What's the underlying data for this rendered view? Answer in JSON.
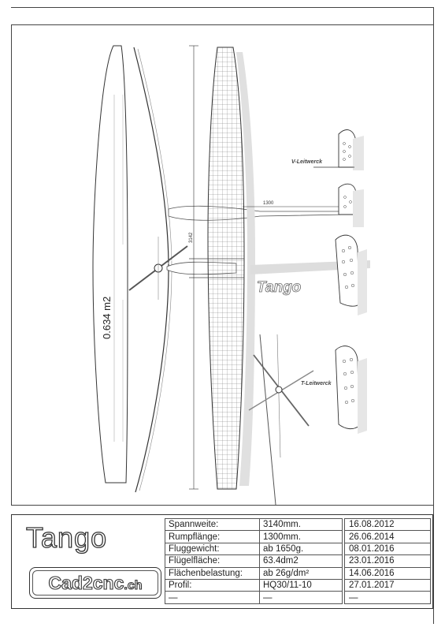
{
  "drawing": {
    "wing_area_label": "0.634 m2",
    "span_dimension": "3142",
    "tail_arm_dimension": "1300",
    "tail_label_1": "V-Leitwerck",
    "tail_label_2": "T-Leitwerck",
    "side_view_name": "Tango"
  },
  "title_block": {
    "model_name": "Tango",
    "brand_name": "Cad2cnc",
    "brand_suffix": ".ch",
    "specs": [
      {
        "label": "Spannweite:",
        "value": "3140mm."
      },
      {
        "label": "Rumpflänge:",
        "value": "1300mm."
      },
      {
        "label": "Fluggewicht:",
        "value": "ab  1650g."
      },
      {
        "label": "Flügelfläche:",
        "value": "63.4dm2"
      },
      {
        "label": "Flächenbelastung:",
        "value": "ab  26g/dm²"
      },
      {
        "label": "Profil:",
        "value": "HQ30/11-10"
      },
      {
        "label": "—",
        "value": "—"
      }
    ],
    "dates": [
      "16.08.2012",
      "26.06.2014",
      "08.01.2016",
      "23.01.2016",
      "14.06.2016",
      "27.01.2017",
      "—"
    ]
  }
}
